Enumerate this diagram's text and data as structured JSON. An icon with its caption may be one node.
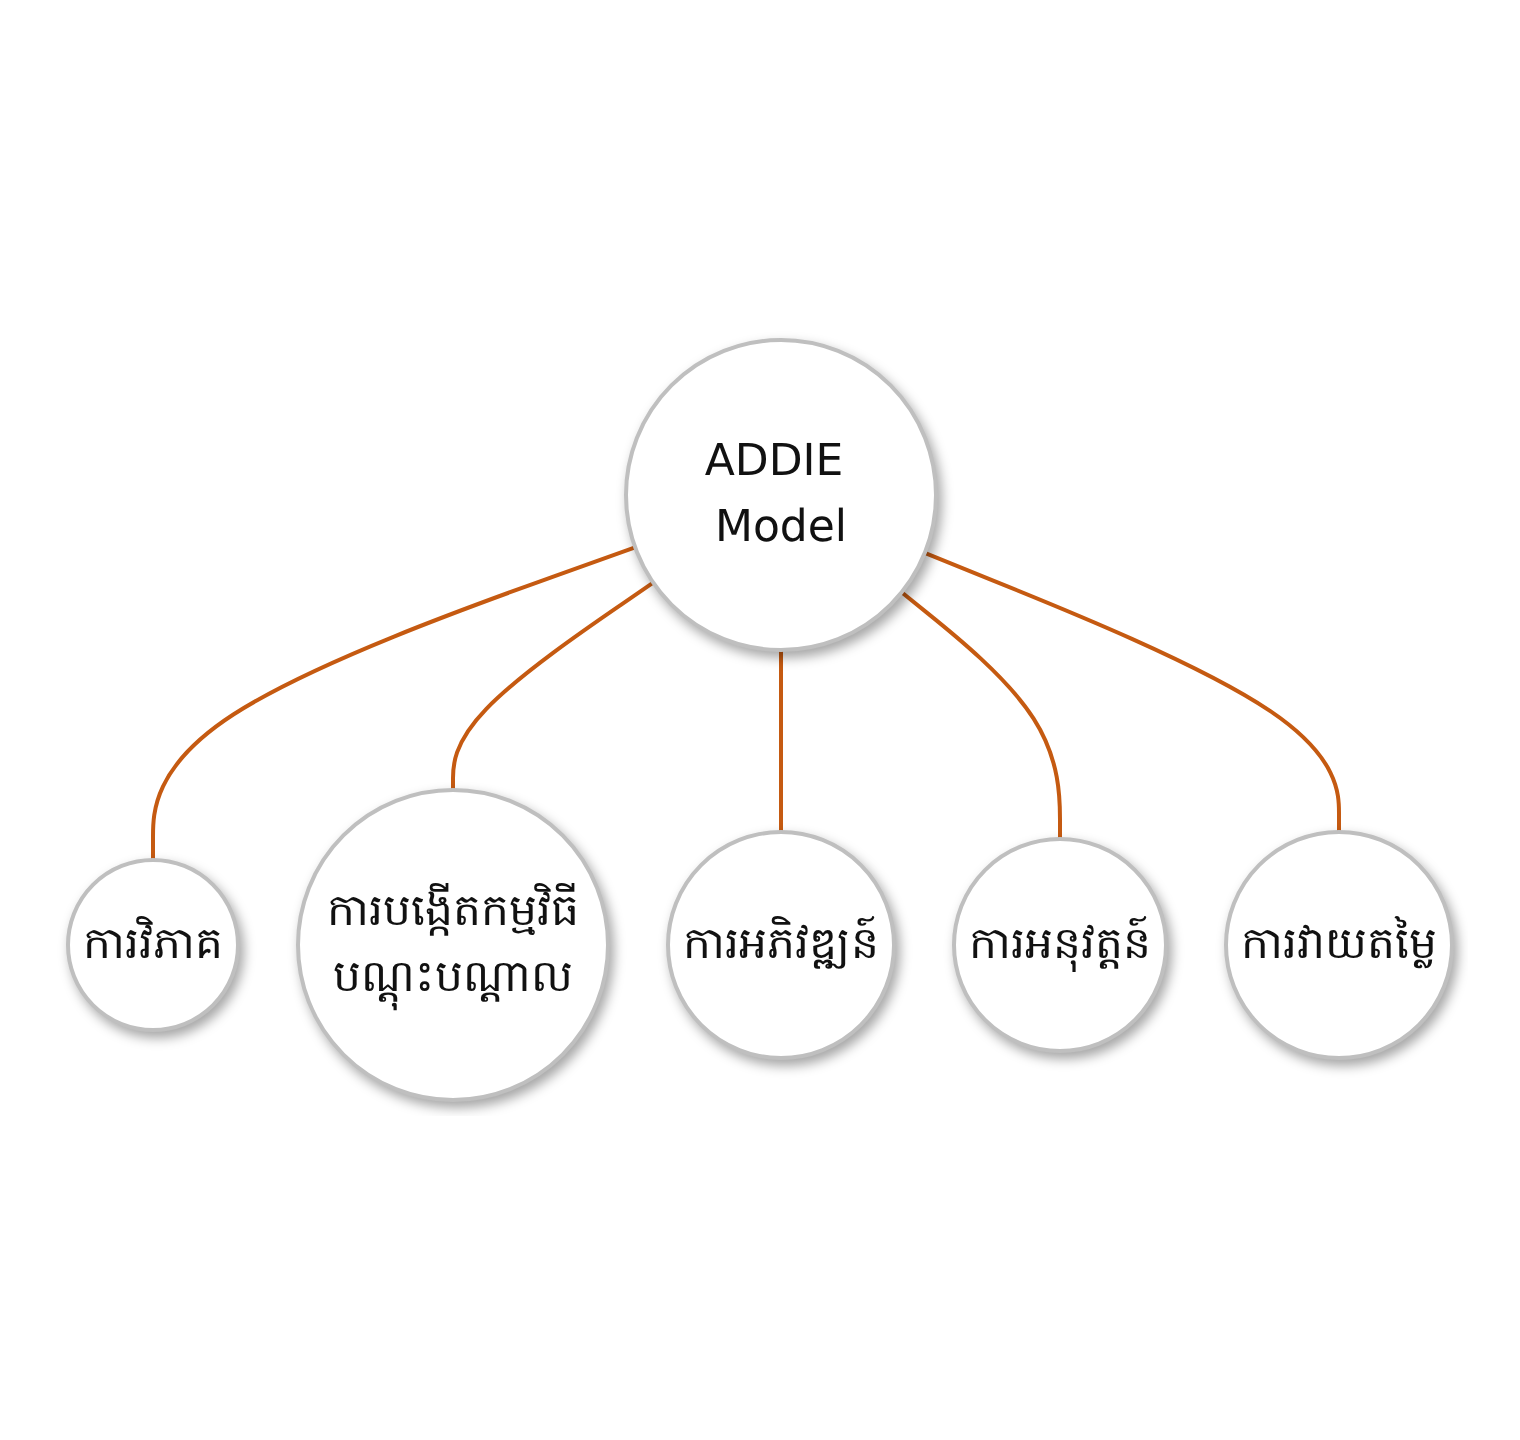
{
  "diagram": {
    "nodes": [
      {
        "text": [
          "ADDIE Model"
        ]
      },
      {
        "text": [
          "ការវិភាគ"
        ]
      },
      {
        "text": [
          "ការបង្កើតកម្មវិធីបណ្តុះបណ្តាល"
        ]
      },
      {
        "text": [
          "ការអភិវឌ្ឍន៍"
        ]
      },
      {
        "text": [
          "ការអនុវត្តន៍"
        ]
      },
      {
        "text": [
          "ការវាយតម្លៃ"
        ]
      }
    ],
    "edges": [
      {
        "from": 0,
        "to": 1,
        "arrow": "none"
      },
      {
        "from": 0,
        "to": 2,
        "arrow": "none"
      },
      {
        "from": 0,
        "to": 3,
        "arrow": "none"
      },
      {
        "from": 0,
        "to": 4,
        "arrow": "none"
      },
      {
        "from": 0,
        "to": 5,
        "arrow": "none"
      }
    ]
  }
}
